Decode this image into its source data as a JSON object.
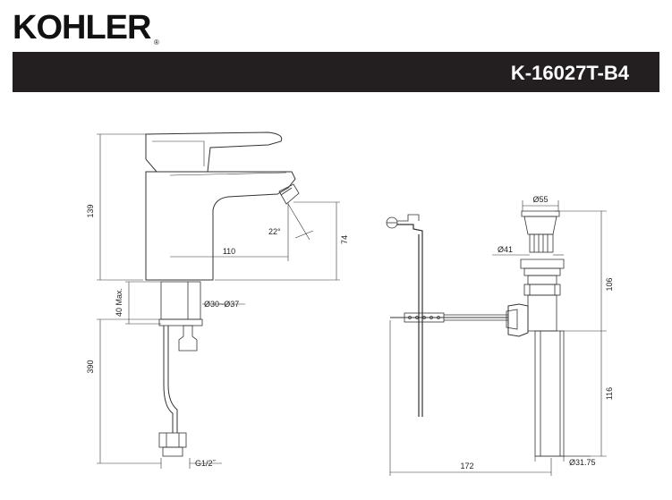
{
  "header": {
    "brand": "KOHLER",
    "registered_mark": "®",
    "model": "K-16027T-B4"
  },
  "dimensions": {
    "faucet_height": "139",
    "spout_reach": "110",
    "outlet_height": "74",
    "spray_angle": "22°",
    "max_deck_thickness": "40 Max.",
    "mounting_hole": "Ø30~Ø37",
    "supply_hose_length": "390",
    "supply_connection": "G1/2˝",
    "drain_cap_diameter": "Ø55",
    "drain_body_diameter": "Ø41",
    "drain_upper_height": "106",
    "drain_tailpiece_height": "116",
    "tailpiece_diameter": "Ø31.75",
    "rod_length": "172"
  }
}
